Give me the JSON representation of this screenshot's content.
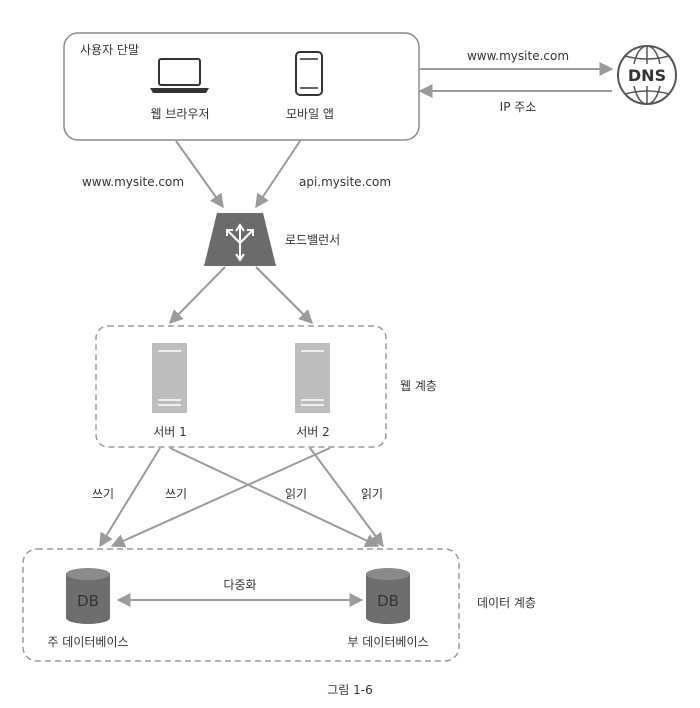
{
  "client": {
    "title": "사용자 단말",
    "web_browser": "웹 브라우저",
    "mobile_app": "모바일 앱"
  },
  "dns": {
    "label": "DNS",
    "request_label": "www.mysite.com",
    "response_label": "IP 주소"
  },
  "links": {
    "web_domain": "www.mysite.com",
    "api_domain": "api.mysite.com"
  },
  "load_balancer": {
    "label": "로드밸런서"
  },
  "web_tier": {
    "label": "웹 계층",
    "servers": [
      "서버 1",
      "서버 2"
    ]
  },
  "db_links": {
    "write1": "쓰기",
    "write2": "쓰기",
    "read1": "읽기",
    "read2": "읽기",
    "replication": "다중화"
  },
  "data_tier": {
    "label": "데이터 계층",
    "db_icon_text": "DB",
    "master": "주 데이터베이스",
    "slave": "부 데이터베이스"
  },
  "caption": "그림 1-6",
  "colors": {
    "line": "#a0a0a0",
    "border": "#8a8a8a",
    "server": "#bdbdbd",
    "lb": "#6b6b6b",
    "db": "#6e6e6e"
  }
}
